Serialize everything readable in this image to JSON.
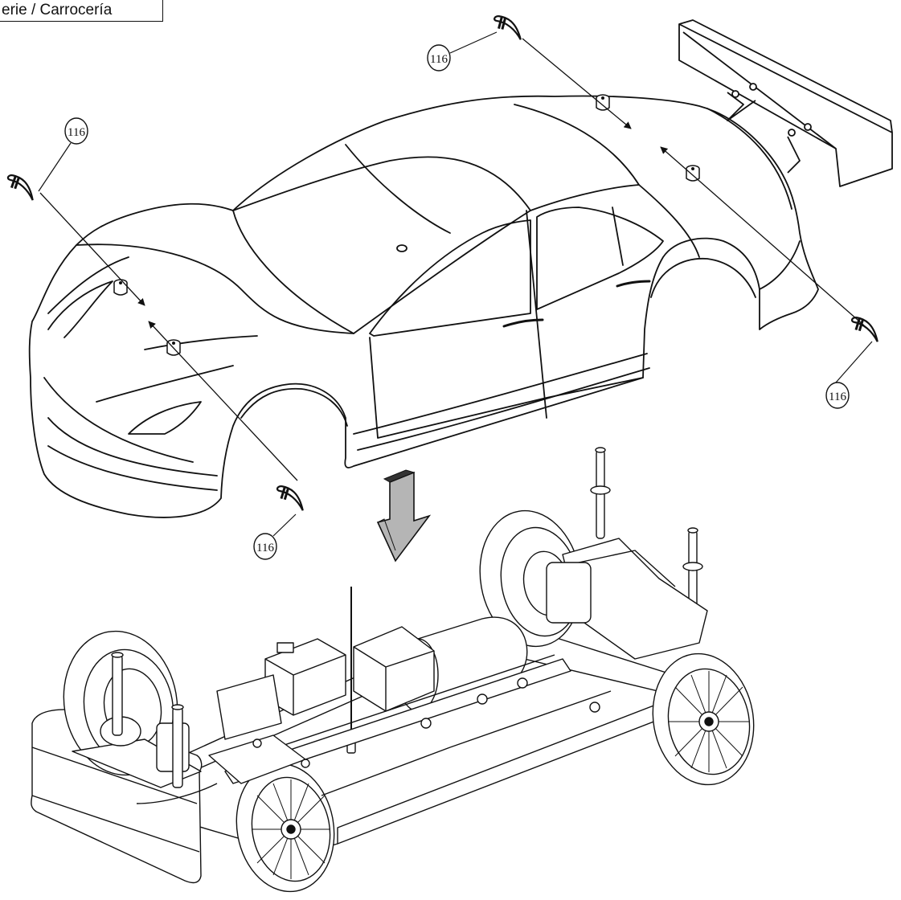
{
  "header": {
    "title": "erie / Carrocería"
  },
  "callouts": [
    {
      "id": "clip-front-left",
      "part_no": "116"
    },
    {
      "id": "clip-front-bottom",
      "part_no": "116"
    },
    {
      "id": "clip-rear-top",
      "part_no": "116"
    },
    {
      "id": "clip-rear-right",
      "part_no": "116"
    }
  ],
  "colors": {
    "line": "#111111",
    "arrow_fill": "#b5b5b5",
    "background": "#ffffff"
  },
  "icons": [
    "body-clip-icon",
    "body-post-icon",
    "down-arrow-icon"
  ]
}
